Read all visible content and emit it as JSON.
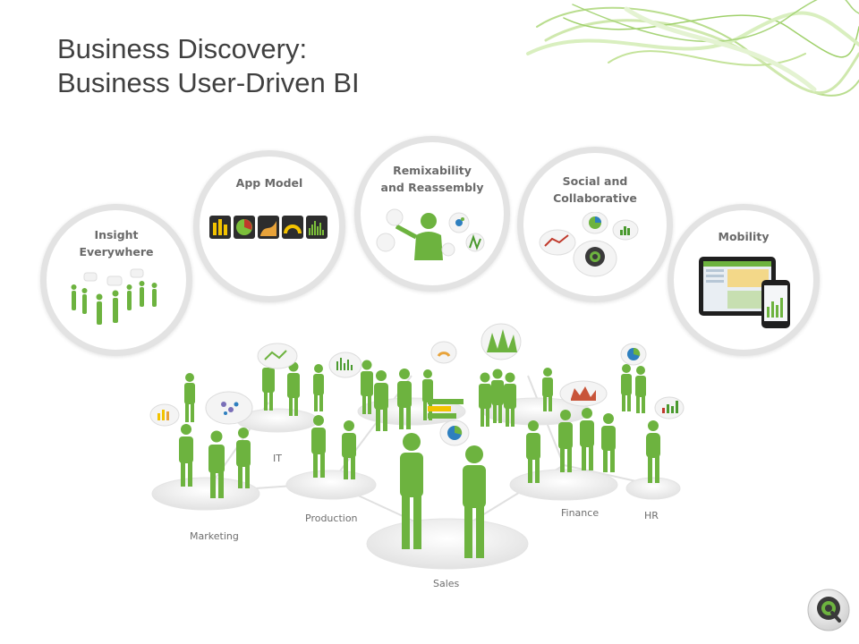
{
  "title": {
    "line1": "Business Discovery:",
    "line2": "Business User-Driven BI"
  },
  "pillars": [
    {
      "id": "insight",
      "lines": [
        "Insight",
        "Everywhere"
      ]
    },
    {
      "id": "app-model",
      "lines": [
        "App Model"
      ]
    },
    {
      "id": "remix",
      "lines": [
        "Remixability",
        "and Reassembly"
      ]
    },
    {
      "id": "social",
      "lines": [
        "Social and",
        "Collaborative"
      ]
    },
    {
      "id": "mobility",
      "lines": [
        "Mobility"
      ]
    }
  ],
  "departments": {
    "marketing": "Marketing",
    "it": "IT",
    "production": "Production",
    "sales": "Sales",
    "finance": "Finance",
    "hr": "HR"
  },
  "colors": {
    "figure_green": "#6db33f",
    "chart_green": "#4a9a2e",
    "circle_border": "#e3e3e3",
    "title_text": "#404040",
    "label_text": "#6a6a6a"
  },
  "icons": {
    "logo": "qlik-logo-icon",
    "swirl": "green-swirl-decoration"
  }
}
